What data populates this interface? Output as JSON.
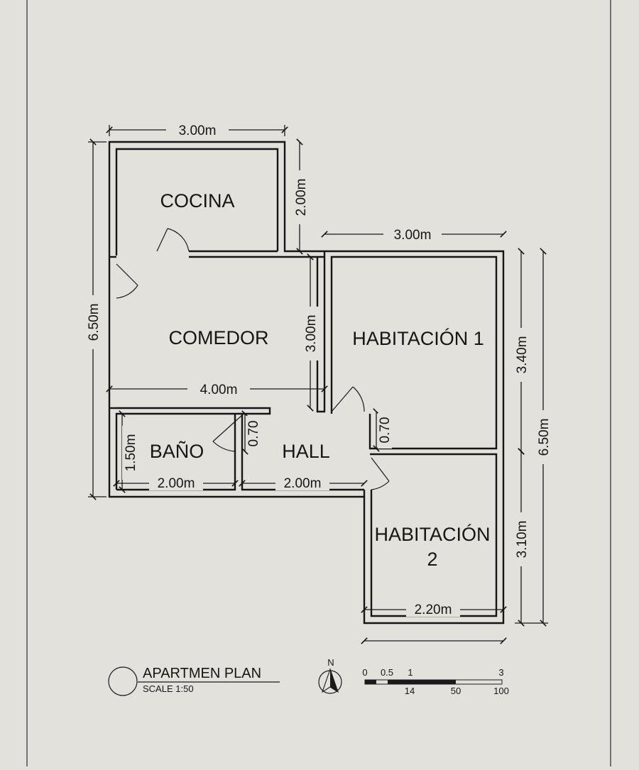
{
  "colors": {
    "paper": "#e3e1dc",
    "ink": "#151515"
  },
  "rooms": {
    "cocina": "COCINA",
    "comedor": "COMEDOR",
    "habitacion1": "HABITACIÓN 1",
    "habitacion2_line1": "HABITACIÓN",
    "habitacion2_line2": "2",
    "bano": "BAÑO",
    "hall": "HALL"
  },
  "dimensions": {
    "cocina_width": "3.00m",
    "cocina_height": "2.00m",
    "hab1_width": "3.00m",
    "comedor_height": "3.00m",
    "comedor_width": "4.00m",
    "left_total": "6.50m",
    "right_upper": "3.40m",
    "right_total": "6.50m",
    "right_lower": "3.10m",
    "bano_height": "1.50m",
    "bano_door": "0.70",
    "bano_width": "2.00m",
    "hall_width": "2.00m",
    "hab1_door": "0.70",
    "hab2_width": "2.20m"
  },
  "title_block": {
    "title": "APARTMEN PLAN",
    "scale": "SCALE 1:50",
    "north": "N"
  },
  "scale_bar": {
    "top_labels": [
      "0",
      "0.5",
      "1",
      "3"
    ],
    "bottom_labels": [
      "14",
      "50",
      "100"
    ]
  }
}
